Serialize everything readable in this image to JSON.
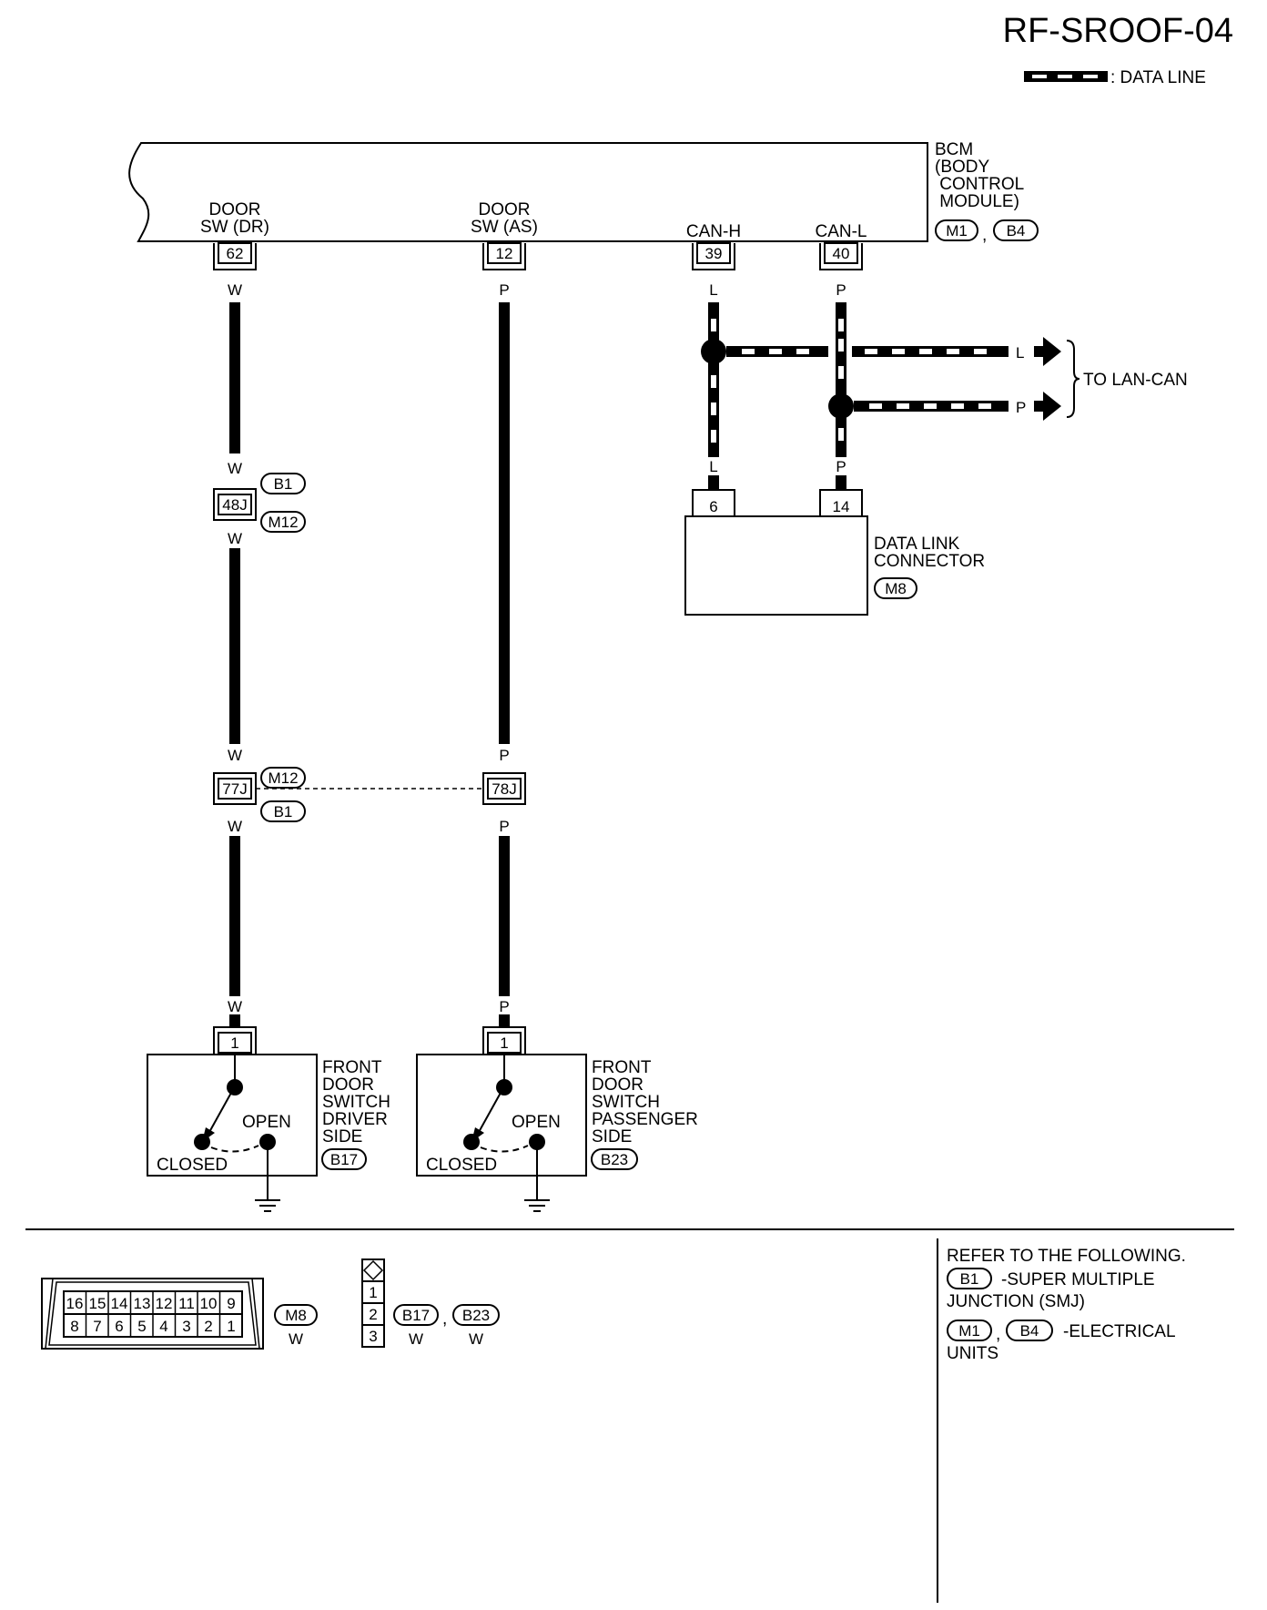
{
  "page_code": "RF-SROOF-04",
  "legend": {
    "data_line": ": DATA LINE"
  },
  "bcm": {
    "name_lines": [
      "BCM",
      "(BODY",
      " CONTROL",
      " MODULE)"
    ],
    "connectors": [
      "M1",
      "B4"
    ],
    "terminals": [
      {
        "label_lines": [
          "DOOR",
          "SW (DR)"
        ],
        "pin": "62",
        "wire": "W"
      },
      {
        "label_lines": [
          "DOOR",
          "SW (AS)"
        ],
        "pin": "12",
        "wire": "P"
      },
      {
        "label_lines": [
          "CAN-H"
        ],
        "pin": "39",
        "wire": "L"
      },
      {
        "label_lines": [
          "CAN-L"
        ],
        "pin": "40",
        "wire": "P"
      }
    ]
  },
  "lan": {
    "wire_h": "L",
    "wire_l": "P",
    "label": "TO LAN-CAN"
  },
  "dlc": {
    "name_lines": [
      "DATA LINK",
      "CONNECTOR"
    ],
    "connector": "M8",
    "pins": [
      {
        "pin": "6",
        "wire": "L"
      },
      {
        "pin": "14",
        "wire": "P"
      }
    ]
  },
  "junction_48": {
    "pin": "48J",
    "wire_top": "W",
    "wire_bottom": "W",
    "connectors": [
      "B1",
      "M12"
    ]
  },
  "junction_77": {
    "pin": "77J",
    "wire_top": "W",
    "wire_bottom": "W",
    "connectors": [
      "M12",
      "B1"
    ]
  },
  "junction_78": {
    "pin": "78J",
    "wire_top": "P",
    "wire_bottom": "P"
  },
  "switch_dr": {
    "pin": "1",
    "wire": "W",
    "connector": "B17",
    "name_lines": [
      "FRONT",
      "DOOR",
      "SWITCH",
      "DRIVER",
      "SIDE"
    ],
    "open_label": "OPEN",
    "closed_label": "CLOSED"
  },
  "switch_as": {
    "pin": "1",
    "wire": "P",
    "connector": "B23",
    "name_lines": [
      "FRONT",
      "DOOR",
      "SWITCH",
      "PASSENGER",
      "SIDE"
    ],
    "open_label": "OPEN",
    "closed_label": "CLOSED"
  },
  "connector_views": {
    "dlc": {
      "top_pins": [
        "16",
        "15",
        "14",
        "13",
        "12",
        "11",
        "10",
        "9"
      ],
      "bottom_pins": [
        "8",
        "7",
        "6",
        "5",
        "4",
        "3",
        "2",
        "1"
      ],
      "code": "M8",
      "color": "W"
    },
    "door_sw": {
      "pins": [
        "1",
        "2",
        "3"
      ],
      "codes": [
        "B17",
        "B23"
      ],
      "colors": [
        "W",
        "W"
      ]
    }
  },
  "refer": {
    "heading": "REFER TO THE FOLLOWING.",
    "items": [
      {
        "codes": [
          "B1"
        ],
        "lines": [
          "-SUPER MULTIPLE",
          "JUNCTION (SMJ)"
        ]
      },
      {
        "codes": [
          "M1",
          "B4"
        ],
        "lines": [
          "-ELECTRICAL",
          "UNITS"
        ]
      }
    ]
  }
}
